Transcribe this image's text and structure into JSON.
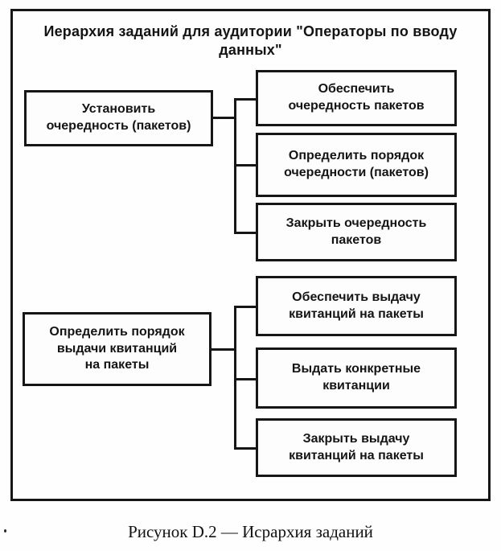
{
  "figure": {
    "title": "Иерархия заданий для аудитории \"Операторы по вводу\nданных\"",
    "caption": "Рисунок D.2 — Исрархия заданий"
  },
  "groups": [
    {
      "parent": {
        "label": "Установить\nочередность (пакетов)"
      },
      "children": [
        {
          "label": "Обеспечить\nочередность пакетов"
        },
        {
          "label": "Определить порядок\nочередности (пакетов)"
        },
        {
          "label": "Закрыть очередность\nпакетов"
        }
      ]
    },
    {
      "parent": {
        "label": "Определить порядок\nвыдачи квитанций\nна пакеты"
      },
      "children": [
        {
          "label": "Обеспечить выдачу\nквитанций на пакеты"
        },
        {
          "label": "Выдать конкретные\nквитанции"
        },
        {
          "label": "Закрыть выдачу\nквитанций на пакеты"
        }
      ]
    }
  ]
}
